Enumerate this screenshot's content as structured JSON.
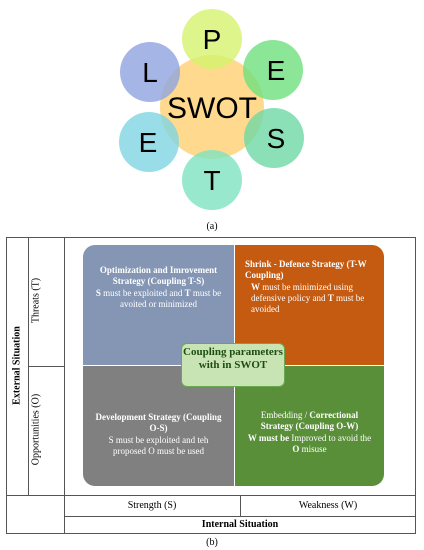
{
  "pest": {
    "center": "SWOT",
    "letters": [
      "P",
      "E",
      "S",
      "T",
      "E",
      "L"
    ]
  },
  "captions": {
    "a": "(a)",
    "b": "(b)"
  },
  "matrix": {
    "external_label": "External Situation",
    "internal_label": "Internal Situation",
    "threats_label": "Threats (T)",
    "opportunities_label": "Opportunities (O)",
    "strength_label": "Strength (S)",
    "weakness_label": "Weakness (W)",
    "center": "Coupling parameters with in SWOT",
    "quadrants": {
      "ts": {
        "title": "Optimization  and Imrovement Strategy (Coupling T-S)",
        "body_pre": "",
        "body_b1": "S",
        "body_mid": " must be exploited and ",
        "body_b2": "T",
        "body_post": " must be avoited or minimized"
      },
      "tw": {
        "title": "Shrink - Defence Strategy (T-W Coupling)",
        "body_b1": "W",
        "body_mid": " must be minimized using defensive policy and ",
        "body_b2": "T",
        "body_post": " must be avoided"
      },
      "os": {
        "title": "Development Strategy (Coupling O-S)",
        "body": "S must be exploited and teh proposed O must be used"
      },
      "ow": {
        "title_pre": "Embedding / ",
        "title_bold": "Correctional Strategy (Coupling O-W)",
        "body_b1": "W must be",
        "body_mid": " Improved to avoid the ",
        "body_b2": "O",
        "body_post": " misuse"
      }
    }
  },
  "colors": {
    "p": "#d4f26e",
    "e_right": "#6ee07e",
    "s": "#6ed8a6",
    "t": "#7ee2c2",
    "e_left": "#80d4e2",
    "l": "#8ea4e0",
    "center": "#ffd27a",
    "ts": "#8496b4",
    "tw": "#c55a11",
    "os": "#808080",
    "ow": "#5a8f3a"
  }
}
